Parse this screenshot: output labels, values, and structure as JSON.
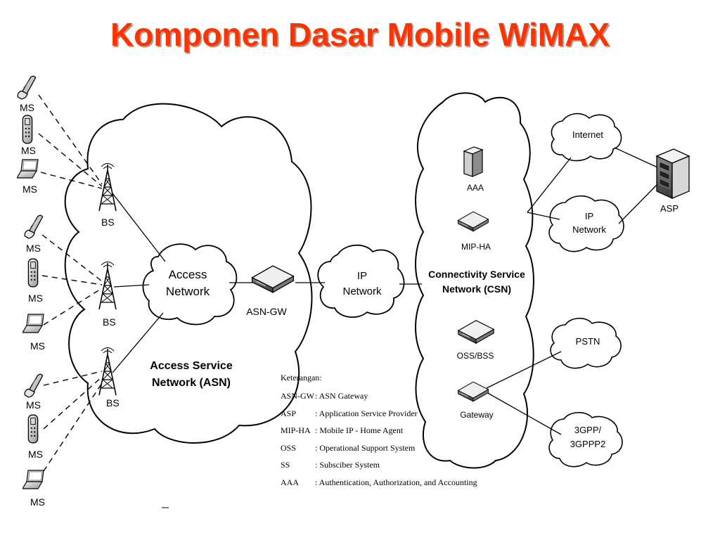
{
  "title": "Komponen Dasar Mobile WiMAX",
  "labels": {
    "ms": "MS",
    "bs": "BS",
    "access_network": [
      "Access",
      "Network"
    ],
    "asn_gw": "ASN-GW",
    "asn_cloud": [
      "Access Service",
      "Network (ASN)"
    ],
    "ip_network": [
      "IP",
      "Network"
    ],
    "csn_cloud": [
      "Connectivity Service",
      "Network (CSN)"
    ],
    "aaa": "AAA",
    "mip_ha": "MIP-HA",
    "oss_bss": "OSS/BSS",
    "gateway": "Gateway",
    "internet": "Internet",
    "ip_network_right": [
      "IP",
      "Network"
    ],
    "asp": "ASP",
    "pstn": "PSTN",
    "threegpp": [
      "3GPP/",
      "3GPPP2"
    ]
  },
  "legend": {
    "heading": "Keterangan:",
    "items": [
      {
        "abbr": "ASN-GW",
        "desc": ": ASN Gateway"
      },
      {
        "abbr": "ASP",
        "desc": ": Application Service Provider"
      },
      {
        "abbr": "MIP-HA",
        "desc": ": Mobile IP - Home Agent"
      },
      {
        "abbr": "OSS",
        "desc": ": Operational Support System"
      },
      {
        "abbr": "SS",
        "desc": ": Subsciber System"
      },
      {
        "abbr": "AAA",
        "desc": ": Authentication, Authorization, and Accounting"
      }
    ]
  },
  "colors": {
    "title": "#ff3300",
    "title_shadow": "#9a9a9a",
    "line": "#000000"
  }
}
